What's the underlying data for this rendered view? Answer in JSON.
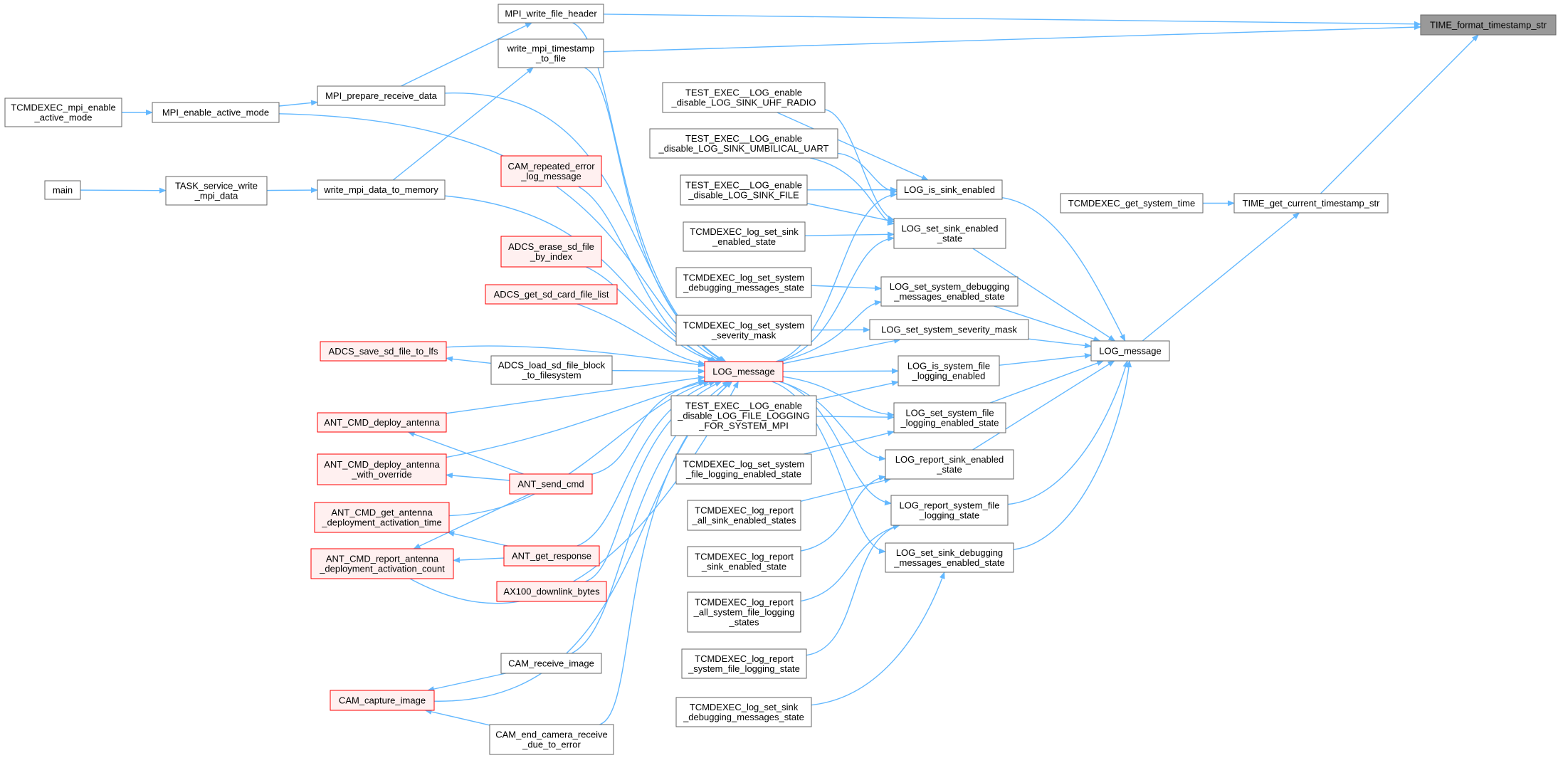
{
  "diagram": {
    "colors": {
      "edge": "#63b8ff",
      "node_border": "#666666",
      "warning_border": "#ff0000",
      "warning_fill": "#fff0f0",
      "focus_fill": "#999999"
    },
    "nodes": [
      {
        "id": "time_format",
        "lines": [
          "TIME_format_timestamp_str"
        ],
        "style": "focus"
      },
      {
        "id": "mpi_write_file_header",
        "lines": [
          "MPI_write_file_header"
        ]
      },
      {
        "id": "write_mpi_timestamp",
        "lines": [
          "write_mpi_timestamp",
          "_to_file"
        ]
      },
      {
        "id": "mpi_prepare_receive",
        "lines": [
          "MPI_prepare_receive_data"
        ]
      },
      {
        "id": "tcm_mpi_enable",
        "lines": [
          "TCMDEXEC_mpi_enable",
          "_active_mode"
        ]
      },
      {
        "id": "mpi_enable_active",
        "lines": [
          "MPI_enable_active_mode"
        ]
      },
      {
        "id": "main",
        "lines": [
          "main"
        ]
      },
      {
        "id": "task_service_write",
        "lines": [
          "TASK_service_write",
          "_mpi_data"
        ]
      },
      {
        "id": "write_mpi_data_mem",
        "lines": [
          "write_mpi_data_to_memory"
        ]
      },
      {
        "id": "cam_repeated_error",
        "lines": [
          "CAM_repeated_error",
          "_log_message"
        ],
        "style": "warn"
      },
      {
        "id": "adcs_erase_sd",
        "lines": [
          "ADCS_erase_sd_file",
          "_by_index"
        ],
        "style": "warn"
      },
      {
        "id": "adcs_get_sd_list",
        "lines": [
          "ADCS_get_sd_card_file_list"
        ],
        "style": "warn"
      },
      {
        "id": "adcs_save_sd",
        "lines": [
          "ADCS_save_sd_file_to_lfs"
        ],
        "style": "warn"
      },
      {
        "id": "adcs_load_sd",
        "lines": [
          "ADCS_load_sd_file_block",
          "_to_filesystem"
        ]
      },
      {
        "id": "log_message_left",
        "lines": [
          "LOG_message"
        ],
        "style": "warn"
      },
      {
        "id": "ant_deploy",
        "lines": [
          "ANT_CMD_deploy_antenna"
        ],
        "style": "warn"
      },
      {
        "id": "ant_deploy_override",
        "lines": [
          "ANT_CMD_deploy_antenna",
          "_with_override"
        ],
        "style": "warn"
      },
      {
        "id": "ant_send_cmd",
        "lines": [
          "ANT_send_cmd"
        ],
        "style": "warn"
      },
      {
        "id": "ant_get_activation_time",
        "lines": [
          "ANT_CMD_get_antenna",
          "_deployment_activation_time"
        ],
        "style": "warn"
      },
      {
        "id": "ant_get_response",
        "lines": [
          "ANT_get_response"
        ],
        "style": "warn"
      },
      {
        "id": "ant_report_activation",
        "lines": [
          "ANT_CMD_report_antenna",
          "_deployment_activation_count"
        ],
        "style": "warn"
      },
      {
        "id": "ax100_downlink",
        "lines": [
          "AX100_downlink_bytes"
        ],
        "style": "warn"
      },
      {
        "id": "cam_receive_image",
        "lines": [
          "CAM_receive_image"
        ]
      },
      {
        "id": "cam_capture_image",
        "lines": [
          "CAM_capture_image"
        ],
        "style": "warn"
      },
      {
        "id": "cam_end_camera",
        "lines": [
          "CAM_end_camera_receive",
          "_due_to_error"
        ]
      },
      {
        "id": "test_uhf",
        "lines": [
          "TEST_EXEC__LOG_enable",
          "_disable_LOG_SINK_UHF_RADIO"
        ]
      },
      {
        "id": "test_umbilical",
        "lines": [
          "TEST_EXEC__LOG_enable",
          "_disable_LOG_SINK_UMBILICAL_UART"
        ]
      },
      {
        "id": "test_file",
        "lines": [
          "TEST_EXEC__LOG_enable",
          "_disable_LOG_SINK_FILE"
        ]
      },
      {
        "id": "tcm_set_sink_enabled",
        "lines": [
          "TCMDEXEC_log_set_sink",
          "_enabled_state"
        ]
      },
      {
        "id": "tcm_set_sys_debug",
        "lines": [
          "TCMDEXEC_log_set_system",
          "_debugging_messages_state"
        ]
      },
      {
        "id": "tcm_set_sys_severity",
        "lines": [
          "TCMDEXEC_log_set_system",
          "_severity_mask"
        ]
      },
      {
        "id": "test_file_logging_mpi",
        "lines": [
          "TEST_EXEC__LOG_enable",
          "_disable_LOG_FILE_LOGGING",
          "_FOR_SYSTEM_MPI"
        ]
      },
      {
        "id": "tcm_set_sys_file_logging",
        "lines": [
          "TCMDEXEC_log_set_system",
          "_file_logging_enabled_state"
        ]
      },
      {
        "id": "tcm_report_all_sink",
        "lines": [
          "TCMDEXEC_log_report",
          "_all_sink_enabled_states"
        ]
      },
      {
        "id": "tcm_report_sink",
        "lines": [
          "TCMDEXEC_log_report",
          "_sink_enabled_state"
        ]
      },
      {
        "id": "tcm_report_all_sys_file",
        "lines": [
          "TCMDEXEC_log_report",
          "_all_system_file_logging",
          "_states"
        ]
      },
      {
        "id": "tcm_report_sys_file",
        "lines": [
          "TCMDEXEC_log_report",
          "_system_file_logging_state"
        ]
      },
      {
        "id": "tcm_set_sink_debug",
        "lines": [
          "TCMDEXEC_log_set_sink",
          "_debugging_messages_state"
        ]
      },
      {
        "id": "log_is_sink_enabled",
        "lines": [
          "LOG_is_sink_enabled"
        ]
      },
      {
        "id": "log_set_sink_enabled",
        "lines": [
          "LOG_set_sink_enabled",
          "_state"
        ]
      },
      {
        "id": "log_set_sys_debug",
        "lines": [
          "LOG_set_system_debugging",
          "_messages_enabled_state"
        ]
      },
      {
        "id": "log_set_sys_severity",
        "lines": [
          "LOG_set_system_severity_mask"
        ]
      },
      {
        "id": "log_is_sys_file",
        "lines": [
          "LOG_is_system_file",
          "_logging_enabled"
        ]
      },
      {
        "id": "log_set_sys_file",
        "lines": [
          "LOG_set_system_file",
          "_logging_enabled_state"
        ]
      },
      {
        "id": "log_report_sink",
        "lines": [
          "LOG_report_sink_enabled",
          "_state"
        ]
      },
      {
        "id": "log_report_sys_file",
        "lines": [
          "LOG_report_system_file",
          "_logging_state"
        ]
      },
      {
        "id": "log_set_sink_debug",
        "lines": [
          "LOG_set_sink_debugging",
          "_messages_enabled_state"
        ]
      },
      {
        "id": "log_message_right",
        "lines": [
          "LOG_message"
        ]
      },
      {
        "id": "tcm_get_system_time",
        "lines": [
          "TCMDEXEC_get_system_time"
        ]
      },
      {
        "id": "time_get_current",
        "lines": [
          "TIME_get_current_timestamp_str"
        ]
      }
    ]
  }
}
